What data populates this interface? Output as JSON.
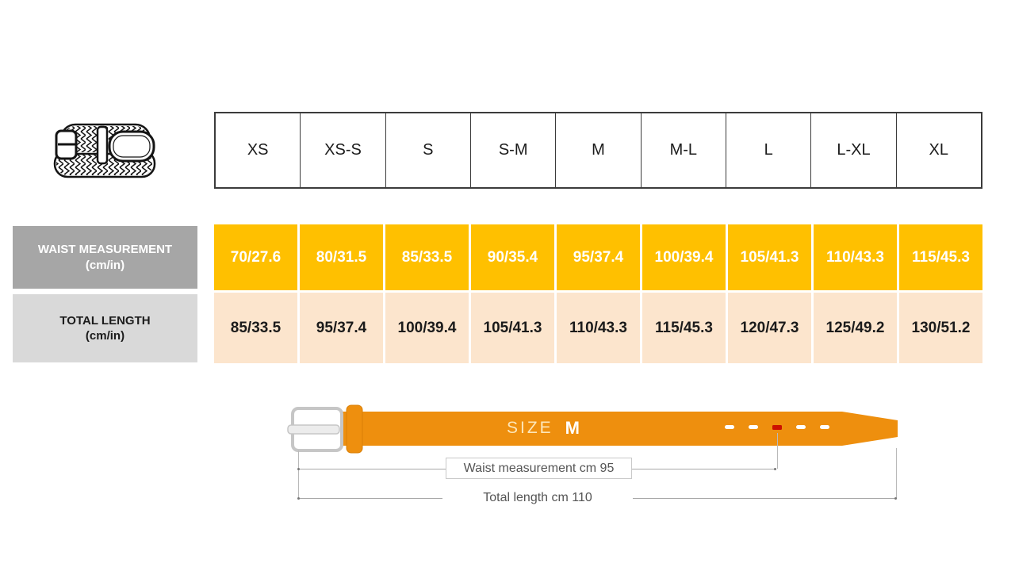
{
  "chart_data": {
    "type": "table",
    "columns": [
      "XS",
      "XS-S",
      "S",
      "S-M",
      "M",
      "M-L",
      "L",
      "L-XL",
      "XL"
    ],
    "rows": [
      {
        "label": [
          "WAIST MEASUREMENT",
          "(cm/in)"
        ],
        "values": [
          "70/27.6",
          "80/31.5",
          "85/33.5",
          "90/35.4",
          "95/37.4",
          "100/39.4",
          "105/41.3",
          "110/43.3",
          "115/45.3"
        ]
      },
      {
        "label": [
          "TOTAL LENGTH",
          "(cm/in)"
        ],
        "values": [
          "85/33.5",
          "95/37.4",
          "100/39.4",
          "105/41.3",
          "110/43.3",
          "115/45.3",
          "120/47.3",
          "125/49.2",
          "130/51.2"
        ]
      }
    ]
  },
  "diagram": {
    "size_label": "SIZE",
    "size_value": "M",
    "waist_annotation": "Waist measurement cm 95",
    "length_annotation": "Total length cm 110"
  },
  "colors": {
    "waist_row_bg": "#FFC000",
    "length_row_bg": "#FCE5CD",
    "waist_label_bg": "#A6A6A6",
    "length_label_bg": "#D9D9D9",
    "belt_orange": "#EE8F0E",
    "highlighted_hole_red": "#CC1100"
  }
}
